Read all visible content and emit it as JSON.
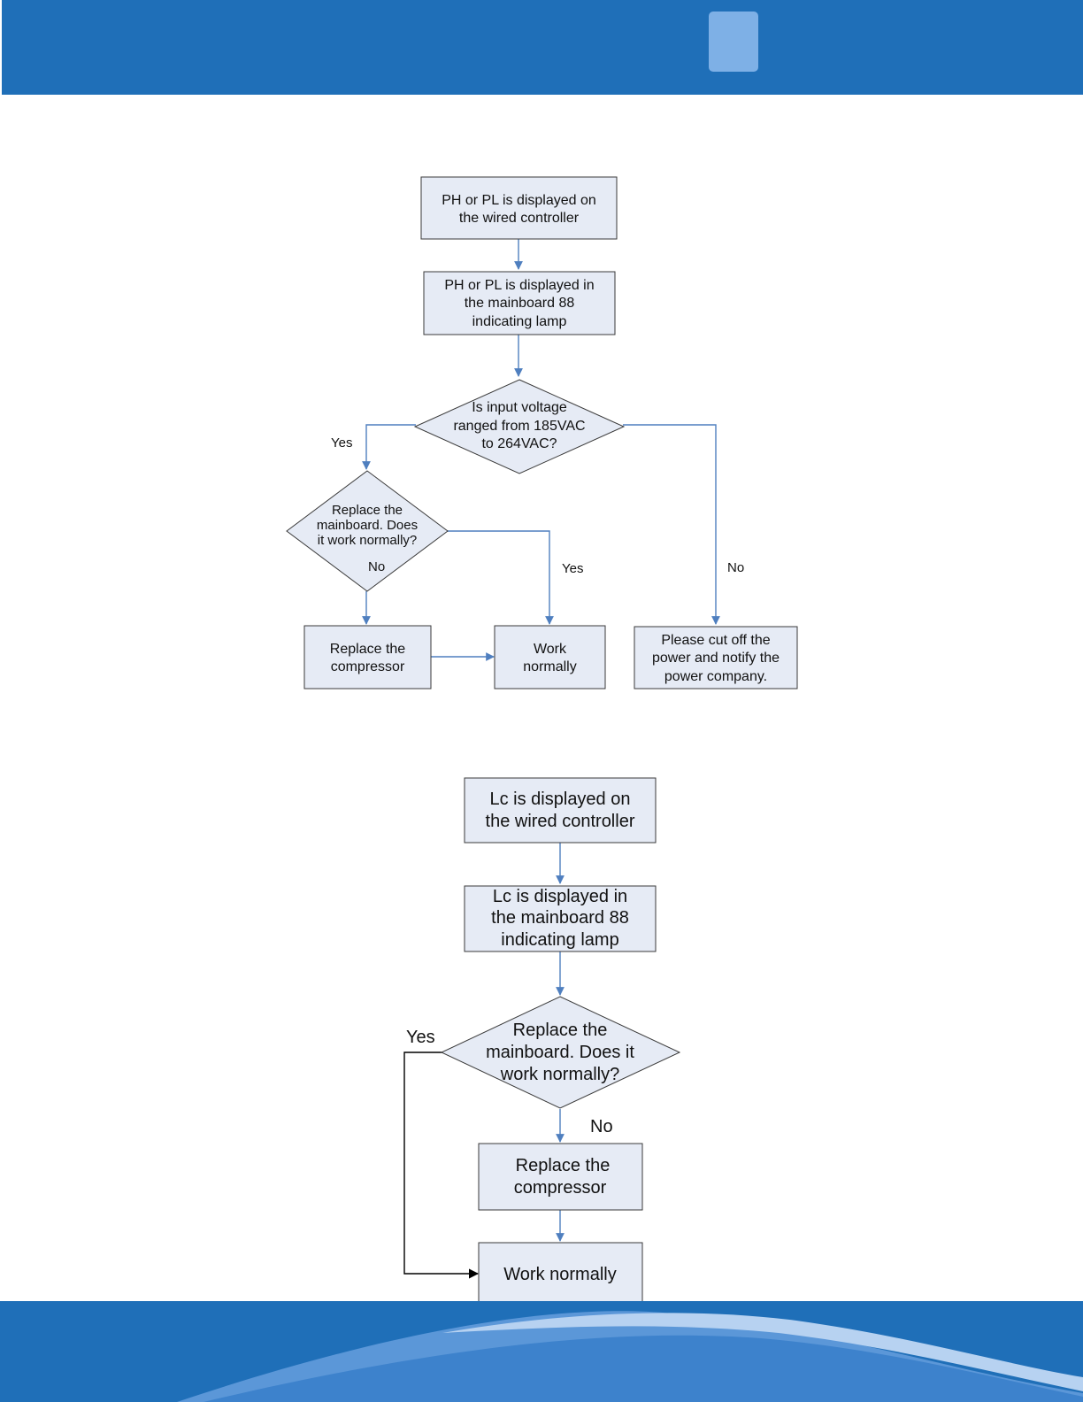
{
  "flowchart_1": {
    "start": [
      "PH or PL is displayed on",
      "the wired controller"
    ],
    "lamp": [
      "PH or PL is displayed in",
      "the mainboard 88",
      "indicating lamp"
    ],
    "voltage_question": [
      "Is input voltage",
      "ranged from 185VAC",
      "to 264VAC?"
    ],
    "replace_mainboard_question": [
      "Replace the",
      "mainboard. Does",
      "it work normally?"
    ],
    "replace_compressor": [
      "Replace the",
      "compressor"
    ],
    "work_normally": [
      "Work",
      "normally"
    ],
    "cut_power": [
      "Please cut off the",
      "power and notify the",
      "power company."
    ],
    "label_voltage_yes": "Yes",
    "label_voltage_no": "No",
    "label_mainboard_yes": "Yes",
    "label_mainboard_no": "No"
  },
  "flowchart_2": {
    "start": [
      "Lc is displayed on",
      "the wired controller"
    ],
    "lamp": [
      "Lc is displayed in",
      "the mainboard 88",
      "indicating lamp"
    ],
    "replace_mainboard_question": [
      "Replace the",
      "mainboard. Does it",
      "work normally?"
    ],
    "replace_compressor": [
      "Replace the",
      "compressor"
    ],
    "work_normally": "Work normally",
    "label_yes": "Yes",
    "label_no": "No"
  },
  "colors": {
    "header": "#1f6fb8",
    "node_fill": "#e6ebf5",
    "connector": "#4f7fbf"
  }
}
